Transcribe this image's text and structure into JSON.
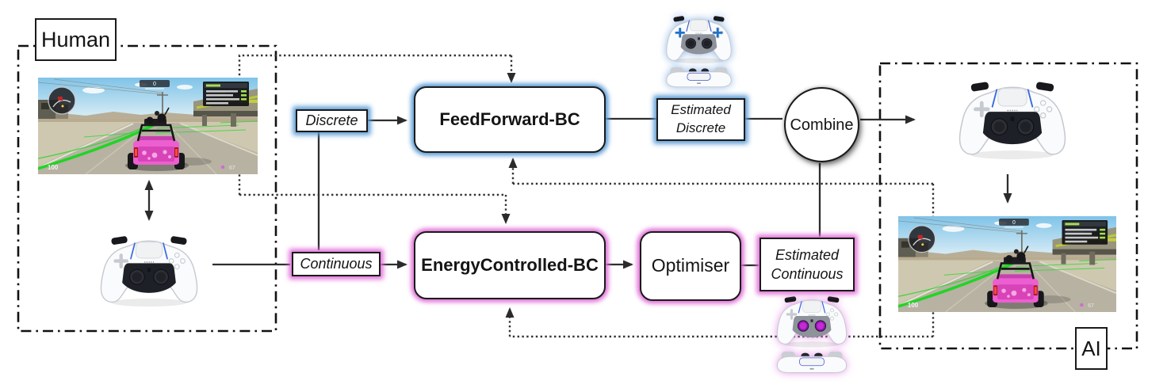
{
  "figure": {
    "regions": {
      "human": {
        "label": "Human"
      },
      "ai": {
        "label": "AI"
      }
    },
    "nodes": {
      "discrete": {
        "label": "Discrete"
      },
      "continuous": {
        "label": "Continuous"
      },
      "feedforward_bc": {
        "label": "FeedForward-BC"
      },
      "energycontrolled_bc": {
        "label": "EnergyControlled-BC"
      },
      "optimiser": {
        "label": "Optimiser"
      },
      "estimated_discrete": {
        "line1": "Estimated",
        "line2": "Discrete"
      },
      "estimated_continuous": {
        "line1": "Estimated",
        "line2": "Continuous"
      },
      "combine": {
        "label": "Combine"
      }
    },
    "colors": {
      "discrete_accent": "#5b9bd5",
      "continuous_accent": "#e06fd8",
      "controller_discrete_highlight": "#2271c9",
      "controller_continuous_highlight": "#c32bd5"
    },
    "hud": {
      "position_badge": "0",
      "speed": "100",
      "counter": "67"
    }
  }
}
